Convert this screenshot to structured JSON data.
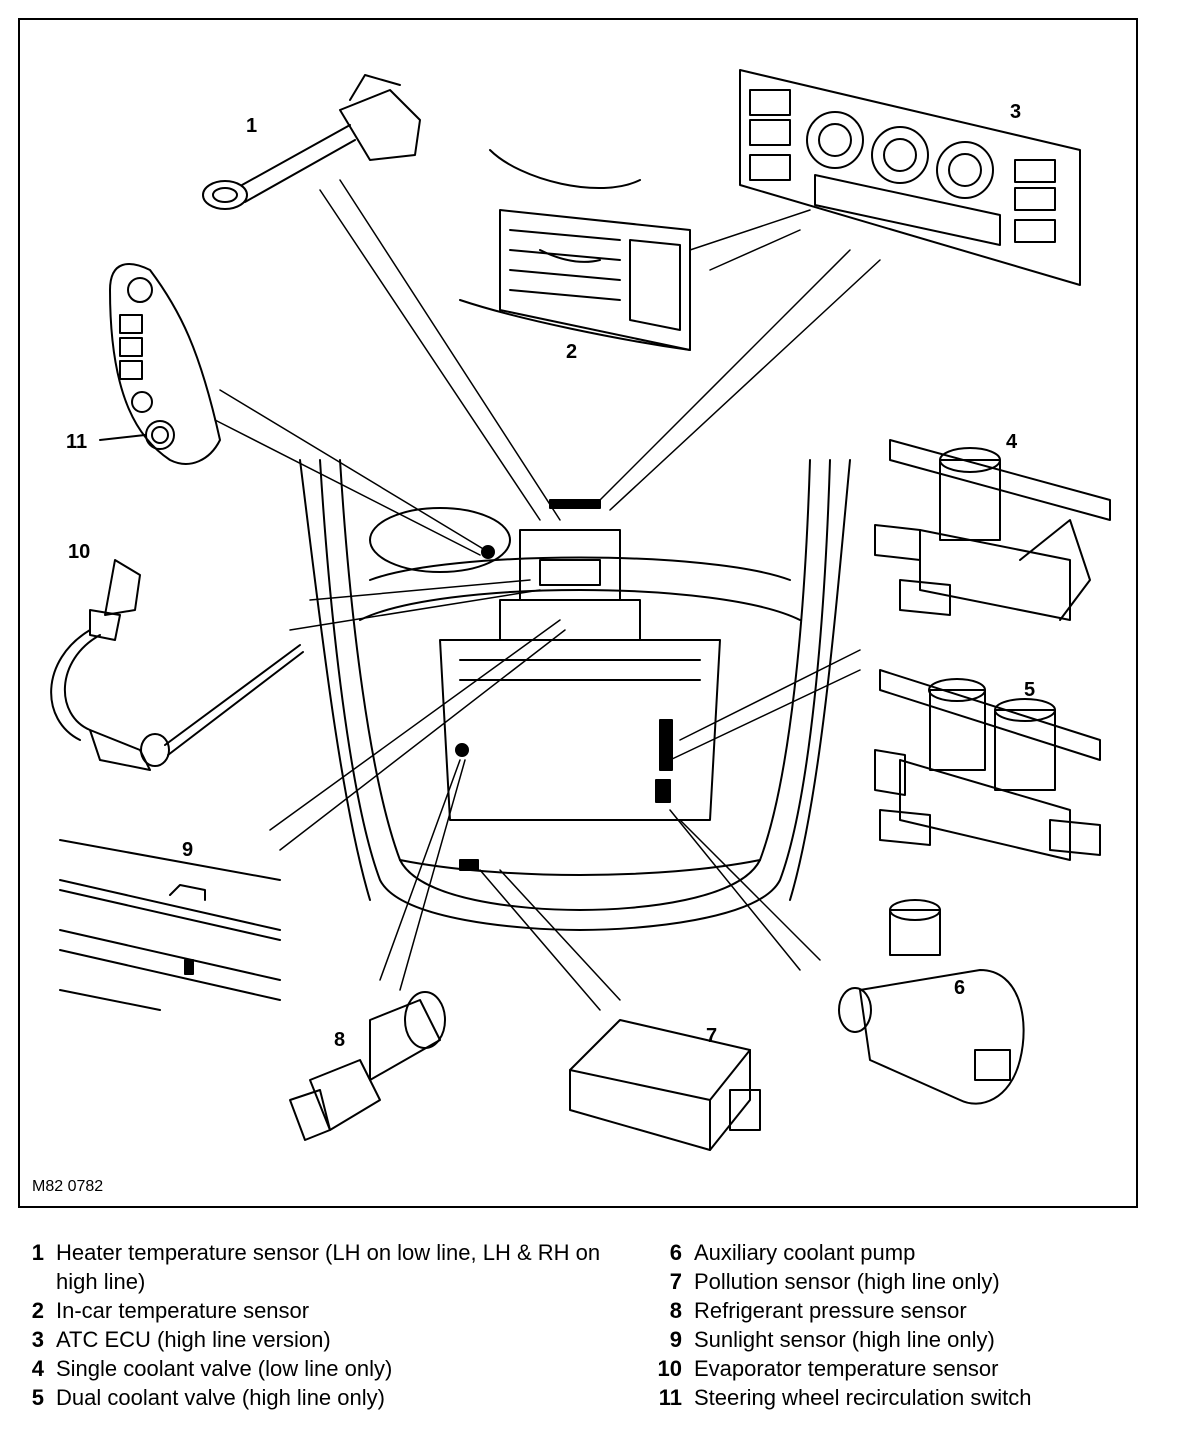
{
  "figure": {
    "reference": "M82 0782",
    "callouts": [
      "1",
      "2",
      "3",
      "4",
      "5",
      "6",
      "7",
      "8",
      "9",
      "10",
      "11"
    ]
  },
  "legend": {
    "left": [
      {
        "num": "1",
        "text": "Heater temperature sensor (LH on low line, LH & RH on high line)"
      },
      {
        "num": "2",
        "text": "In-car temperature sensor"
      },
      {
        "num": "3",
        "text": "ATC ECU (high line version)"
      },
      {
        "num": "4",
        "text": "Single coolant valve (low line only)"
      },
      {
        "num": "5",
        "text": "Dual coolant valve (high line only)"
      }
    ],
    "right": [
      {
        "num": "6",
        "text": "Auxiliary coolant pump"
      },
      {
        "num": "7",
        "text": "Pollution sensor (high line only)"
      },
      {
        "num": "8",
        "text": "Refrigerant pressure sensor"
      },
      {
        "num": "9",
        "text": "Sunlight sensor (high line only)"
      },
      {
        "num": "10",
        "text": "Evaporator temperature sensor"
      },
      {
        "num": "11",
        "text": "Steering wheel recirculation switch"
      }
    ]
  }
}
